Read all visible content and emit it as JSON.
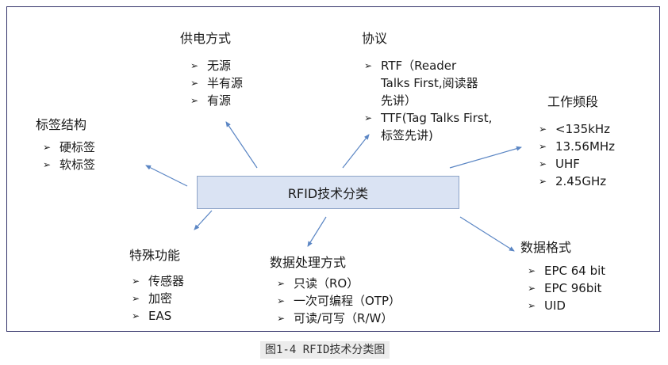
{
  "center": {
    "label": "RFID技术分类"
  },
  "bullet_glyph": "➢",
  "arrow_color": "#5b86c4",
  "groups": [
    {
      "id": "power",
      "title": "供电方式",
      "items": [
        "无源",
        "半有源",
        "有源"
      ]
    },
    {
      "id": "protocol",
      "title": "协议",
      "items": [
        "RTF（Reader\nTalks First,阅读器\n先讲）",
        "TTF(Tag Talks First,\n标签先讲)"
      ]
    },
    {
      "id": "frequency",
      "title": "工作频段",
      "items": [
        "<135kHz",
        "13.56MHz",
        "UHF",
        "2.45GHz"
      ]
    },
    {
      "id": "tag-structure",
      "title": "标签结构",
      "items": [
        "硬标签",
        "软标签"
      ]
    },
    {
      "id": "special-function",
      "title": "特殊功能",
      "items": [
        "传感器",
        "加密",
        "EAS"
      ]
    },
    {
      "id": "data-processing",
      "title": "数据处理方式",
      "items": [
        "只读（RO）",
        "一次可编程（OTP）",
        "可读/可写（R/W）"
      ]
    },
    {
      "id": "data-format",
      "title": "数据格式",
      "items": [
        "EPC 64 bit",
        "EPC 96bit",
        "UID"
      ]
    }
  ],
  "caption": "图1-4 RFID技术分类图"
}
